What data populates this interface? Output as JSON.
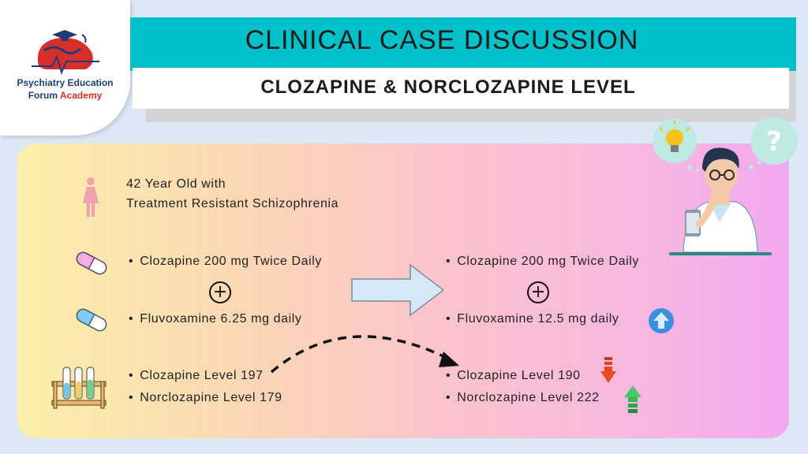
{
  "header": {
    "title": "CLINICAL CASE DISCUSSION",
    "subtitle": "CLOZAPINE & NORCLOZAPINE LEVEL"
  },
  "logo": {
    "line1": "Psychiatry Education",
    "line2_a": "Forum ",
    "line2_b": "Academy"
  },
  "patient": {
    "line1": "42 Year Old with",
    "line2": "Treatment Resistant Schizophrenia"
  },
  "before": {
    "med1": "Clozapine 200 mg Twice Daily",
    "med2": "Fluvoxamine 6.25 mg daily",
    "level1": "Clozapine Level 197",
    "level2": "Norclozapine Level 179"
  },
  "after": {
    "med1": "Clozapine 200 mg Twice Daily",
    "med2": "Fluvoxamine 12.5 mg daily",
    "level1": "Clozapine Level 190",
    "level2": "Norclozapine Level 222"
  },
  "plus_symbol": "+",
  "icons": {
    "female": "female-person-icon",
    "capsule_pink": "capsule-icon",
    "capsule_blue": "capsule-icon",
    "test_tubes": "test-tubes-icon",
    "arrow_right": "arrow-right-icon",
    "arrow_up_blue": "arrow-up-circle-icon",
    "arrow_down_red": "arrow-down-icon",
    "arrow_up_green": "arrow-up-icon",
    "lightbulb": "lightbulb-icon",
    "question": "question-mark-icon",
    "doctor": "doctor-illustration"
  },
  "colors": {
    "teal": "#00c1c9",
    "accent_red": "#d62f2a",
    "navy": "#1f3d7a"
  }
}
